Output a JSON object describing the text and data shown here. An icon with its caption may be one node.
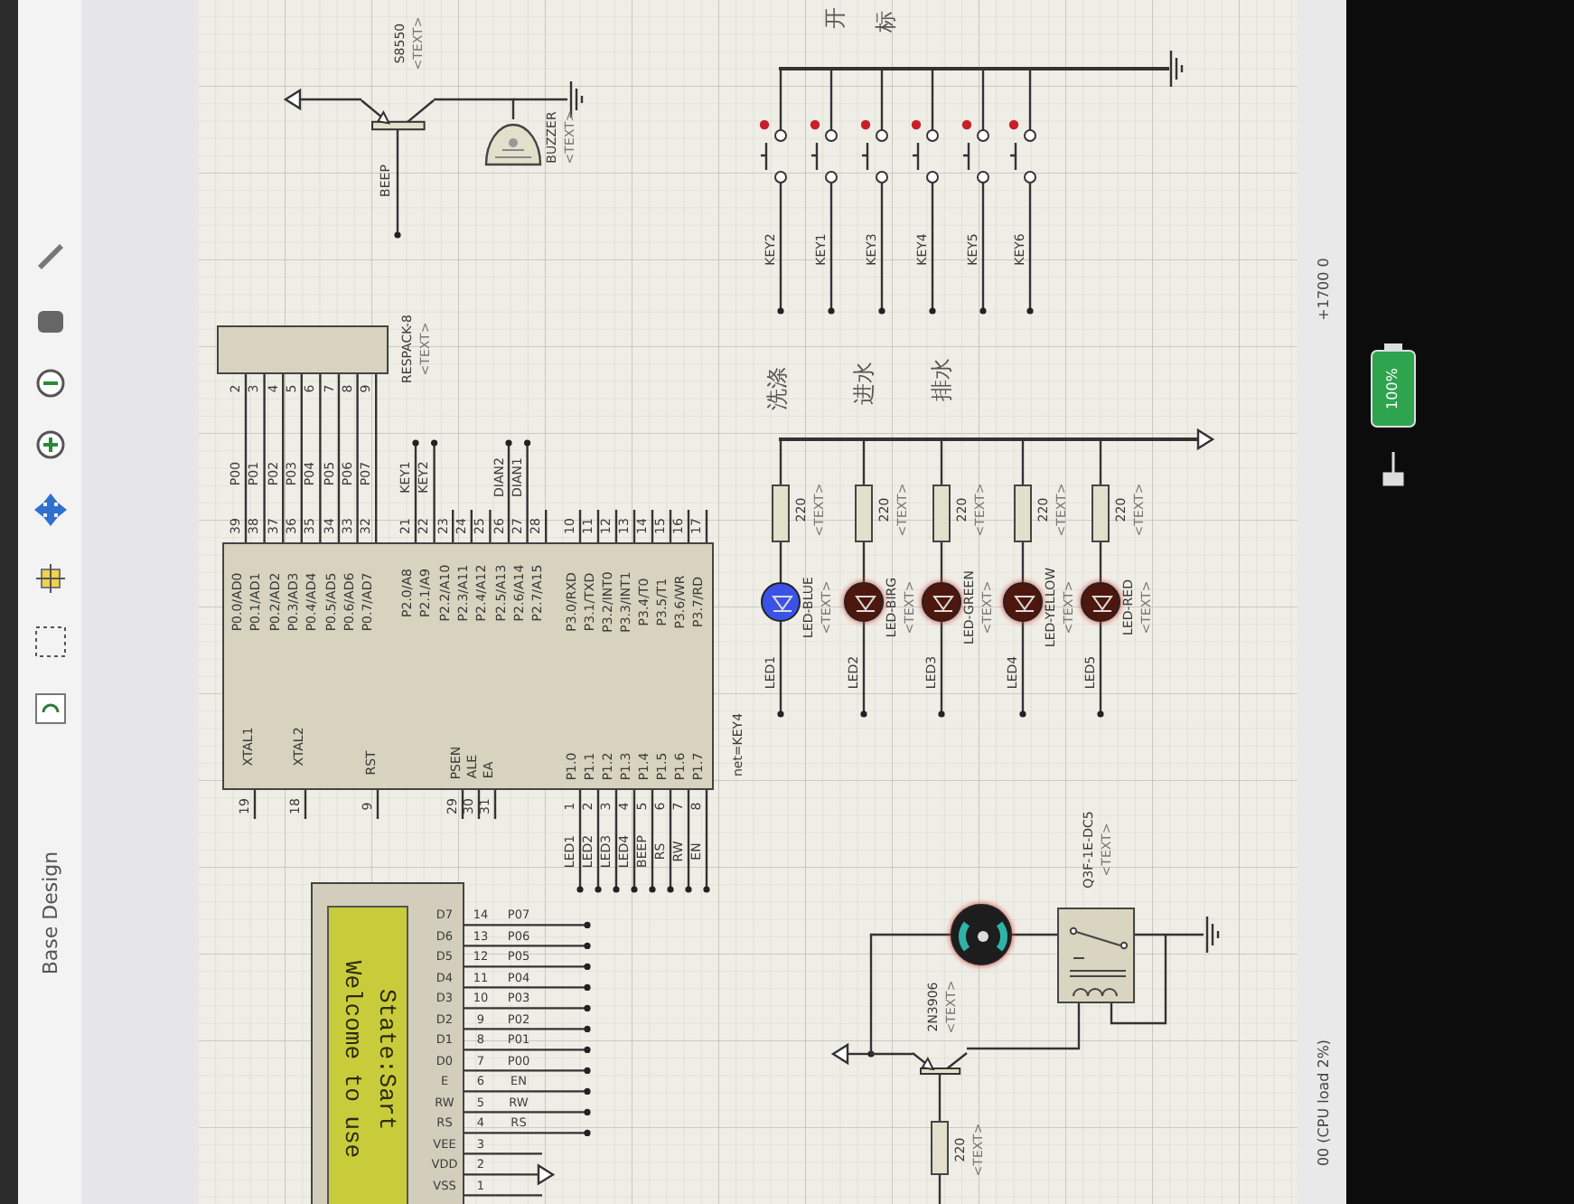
{
  "diagram": {
    "nodes": [
      {
        "text": [
          "P0.0/AD0",
          "P0.1/AD1",
          "P0.2/AD2",
          "P0.3/AD3",
          "P0.4/AD4",
          "P0.5/AD5",
          "P0.6/AD6",
          "P0.7/AD7",
          "P2.0/A8",
          "P2.1/A9",
          "P2.2/A10",
          "P2.3/A11",
          "P2.4/A12",
          "P2.5/A13",
          "P2.6/A14",
          "P2.7/A15",
          "P3.0/RXD",
          "P3.1/TXD",
          "P3.2/INT0",
          "P3.3/INT1",
          "P3.4/T0",
          "P3.5/T1",
          "P3.6/WR",
          "P3.7/RD",
          "XTAL1",
          "XTAL2",
          "RST",
          "PSEN",
          "ALE",
          "EA",
          "P1.0",
          "P1.1",
          "P1.2",
          "P1.3",
          "P1.4",
          "P1.5",
          "P1.6",
          "P1.7"
        ],
        "beside": [
          "net=KEY4"
        ]
      },
      {
        "text": [],
        "shape": "box",
        "beside": [
          "RESPACK-8",
          "<TEXT>"
        ]
      },
      {
        "text": [],
        "shape": "box"
      },
      {
        "text": [
          "Welcome to use",
          "State:Sart"
        ],
        "in": 2
      },
      {
        "text": [],
        "shape": "picture",
        "beside": [
          "S8550",
          "<TEXT>"
        ]
      },
      {
        "text": [],
        "shape": "picture",
        "beside": [
          "BUZZER",
          "<TEXT>"
        ]
      },
      {
        "text": [],
        "shape": "picture",
        "beside": [
          "KEY2"
        ]
      },
      {
        "text": [],
        "shape": "picture",
        "beside": [
          "KEY1"
        ]
      },
      {
        "text": [],
        "shape": "picture",
        "beside": [
          "KEY3"
        ]
      },
      {
        "text": [],
        "shape": "picture",
        "beside": [
          "KEY4"
        ]
      },
      {
        "text": [],
        "shape": "picture",
        "beside": [
          "KEY5"
        ]
      },
      {
        "text": [],
        "shape": "picture",
        "beside": [
          "KEY6"
        ]
      },
      {
        "text": [],
        "shape": "box",
        "beside": [
          "220",
          "<TEXT>"
        ]
      },
      {
        "text": [],
        "shape": "box",
        "beside": [
          "220",
          "<TEXT>"
        ]
      },
      {
        "text": [],
        "shape": "box",
        "beside": [
          "220",
          "<TEXT>"
        ]
      },
      {
        "text": [],
        "shape": "box",
        "beside": [
          "220",
          "<TEXT>"
        ]
      },
      {
        "text": [],
        "shape": "box",
        "beside": [
          "220",
          "<TEXT>"
        ]
      },
      {
        "text": [],
        "shape": "circle",
        "beside": [
          "LED-BLUE",
          "<TEXT>",
          "LED1"
        ]
      },
      {
        "text": [],
        "shape": "circle",
        "beside": [
          "LED-BIRG",
          "<TEXT>",
          "LED2"
        ]
      },
      {
        "text": [],
        "shape": "circle",
        "beside": [
          "LED-GREEN",
          "<TEXT>",
          "LED3"
        ]
      },
      {
        "text": [],
        "shape": "circle",
        "beside": [
          "LED-YELLOW",
          "<TEXT>",
          "LED4"
        ]
      },
      {
        "text": [],
        "shape": "circle",
        "beside": [
          "LED-RED",
          "<TEXT>",
          "LED5"
        ]
      },
      {
        "text": [],
        "shape": "circle"
      },
      {
        "text": [],
        "shape": "box",
        "beside": [
          "Q3F-1E-DC5",
          "<TEXT>"
        ]
      },
      {
        "text": [],
        "shape": "picture",
        "beside": [
          "2N3906",
          "<TEXT>"
        ]
      },
      {
        "text": [],
        "shape": "box",
        "beside": [
          "220",
          "<TEXT>"
        ]
      },
      {
        "text": [],
        "shape": "bar"
      },
      {
        "text": [],
        "shape": "bar"
      }
    ],
    "edges": [
      {
        "from": 0,
        "to": 1,
        "arrow": "none"
      },
      {
        "from": 0,
        "to": 1,
        "arrow": "none"
      },
      {
        "from": 0,
        "to": 1,
        "arrow": "none"
      },
      {
        "from": 0,
        "to": 1,
        "arrow": "none"
      },
      {
        "from": 0,
        "to": 1,
        "arrow": "none"
      },
      {
        "from": 0,
        "to": 1,
        "arrow": "none"
      },
      {
        "from": 0,
        "to": 1,
        "arrow": "none"
      },
      {
        "from": 0,
        "to": 1,
        "arrow": "none"
      },
      {
        "from": 4,
        "to": 5,
        "arrow": "none"
      },
      {
        "from": 12,
        "to": 17,
        "arrow": "none"
      },
      {
        "from": 13,
        "to": 18,
        "arrow": "none"
      },
      {
        "from": 14,
        "to": 19,
        "arrow": "none"
      },
      {
        "from": 15,
        "to": 20,
        "arrow": "none"
      },
      {
        "from": 16,
        "to": 21,
        "arrow": "none"
      },
      {
        "from": 22,
        "to": 23,
        "arrow": "none"
      },
      {
        "from": 24,
        "to": 23,
        "arrow": "none"
      },
      {
        "from": 22,
        "to": 24,
        "arrow": "none"
      },
      {
        "from": 24,
        "to": 25,
        "arrow": "none"
      },
      {
        "from": 27,
        "to": 12,
        "arrow": "none"
      },
      {
        "from": 27,
        "to": 13,
        "arrow": "none"
      },
      {
        "from": 27,
        "to": 14,
        "arrow": "none"
      },
      {
        "from": 27,
        "to": 15,
        "arrow": "none"
      },
      {
        "from": 27,
        "to": 16,
        "arrow": "none"
      },
      {
        "from": 26,
        "to": 6,
        "arrow": "none"
      },
      {
        "from": 26,
        "to": 7,
        "arrow": "none"
      },
      {
        "from": 26,
        "to": 8,
        "arrow": "none"
      },
      {
        "from": 26,
        "to": 9,
        "arrow": "none"
      },
      {
        "from": 26,
        "to": 10,
        "arrow": "none"
      },
      {
        "from": 26,
        "to": 11,
        "arrow": "none"
      }
    ],
    "labels": [
      "39",
      "38",
      "37",
      "36",
      "35",
      "34",
      "33",
      "32",
      "P00",
      "P01",
      "P02",
      "P03",
      "P04",
      "P05",
      "P06",
      "P07",
      "2",
      "3",
      "4",
      "5",
      "6",
      "7",
      "8",
      "9",
      "21",
      "22",
      "23",
      "24",
      "25",
      "26",
      "27",
      "28",
      "KEY1",
      "KEY2",
      "DIAN2",
      "DIAN1",
      "10",
      "11",
      "12",
      "13",
      "14",
      "15",
      "16",
      "17",
      "19",
      "18",
      "9",
      "29",
      "30",
      "31",
      "1",
      "2",
      "3",
      "4",
      "5",
      "6",
      "7",
      "8",
      "LED1",
      "LED2",
      "LED3",
      "LED4",
      "BEEP",
      "RS",
      "RW",
      "EN",
      "D7",
      "D6",
      "D5",
      "D4",
      "D3",
      "D2",
      "D1",
      "D0",
      "E",
      "RW",
      "RS",
      "VEE",
      "VDD",
      "VSS",
      "14",
      "13",
      "12",
      "11",
      "10",
      "9",
      "8",
      "7",
      "6",
      "5",
      "4",
      "3",
      "2",
      "1",
      "P07",
      "P06",
      "P05",
      "P04",
      "P03",
      "P02",
      "P01",
      "P00",
      "EN",
      "RW",
      "RS",
      "BEEP",
      "洗涤",
      "进水",
      "排水",
      "开",
      "标",
      "+1700 0",
      "00 (CPU load 2%)",
      "100%",
      "Base Design"
    ]
  }
}
